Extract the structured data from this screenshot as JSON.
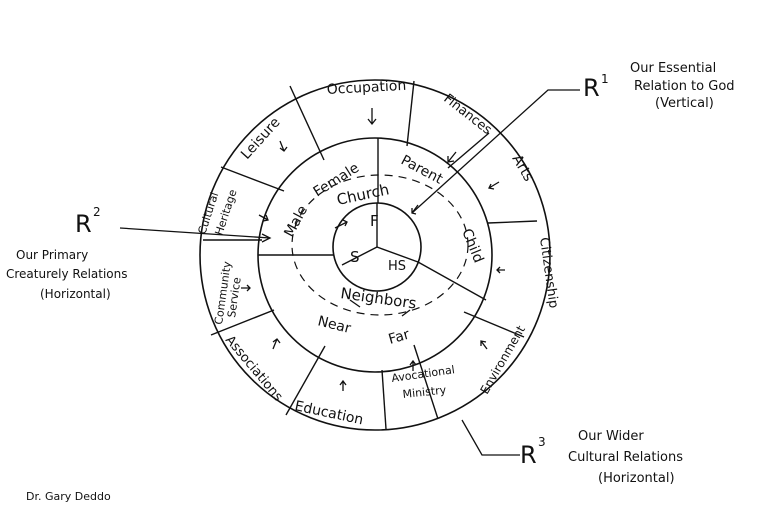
{
  "diagram": {
    "labels": {
      "r1": "R",
      "r1_sup": "1",
      "r2": "R",
      "r2_sup": "2",
      "r3": "R",
      "r3_sup": "3",
      "r1_caption": [
        "Our Essential",
        "Relation to God",
        "(Vertical)"
      ],
      "r2_caption": [
        "Our Primary",
        "Creaturely Relations",
        "(Horizontal)"
      ],
      "r3_caption": [
        "Our Wider",
        "Cultural Relations",
        "(Horizontal)"
      ],
      "author": "Dr. Gary Deddo"
    },
    "center": {
      "f": "F",
      "s": "S",
      "hs": "HS"
    },
    "middle_ring": {
      "male_female": [
        "Male",
        "Female"
      ],
      "parent_child": [
        "Parent",
        "Child"
      ],
      "church": "Church",
      "neighbors": "Neighbors",
      "near": "Near",
      "far": "Far"
    },
    "outer_ring": {
      "occupation": "Occupation",
      "finances": "Finances",
      "arts": "Arts",
      "citizenship": "Citizenship",
      "environment": "Environment",
      "avocational": [
        "Avocational",
        "Ministry"
      ],
      "education": "Education",
      "associations": "Associations",
      "community": [
        "Community",
        "Service"
      ],
      "cultural": [
        "Cultural",
        "Heritage"
      ],
      "leisure": "Leisure"
    }
  }
}
